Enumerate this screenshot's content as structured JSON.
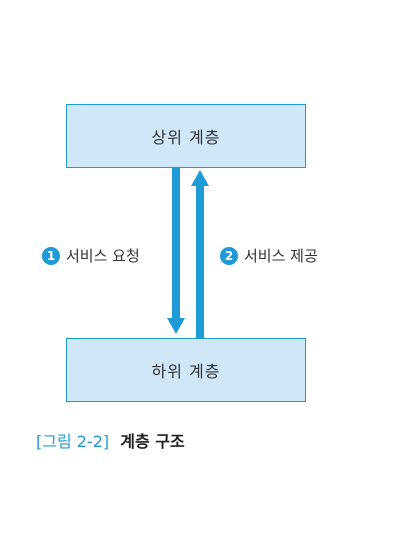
{
  "diagram": {
    "upper_layer": "상위 계층",
    "lower_layer": "하위 계층",
    "request": {
      "number": "1",
      "label": "서비스 요청"
    },
    "provide": {
      "number": "2",
      "label": "서비스 제공"
    }
  },
  "caption": {
    "figure_number": "[그림 2-2]",
    "title": "계층 구조"
  },
  "colors": {
    "accent": "#1e9ad6",
    "box_fill": "#cfe7f7"
  }
}
